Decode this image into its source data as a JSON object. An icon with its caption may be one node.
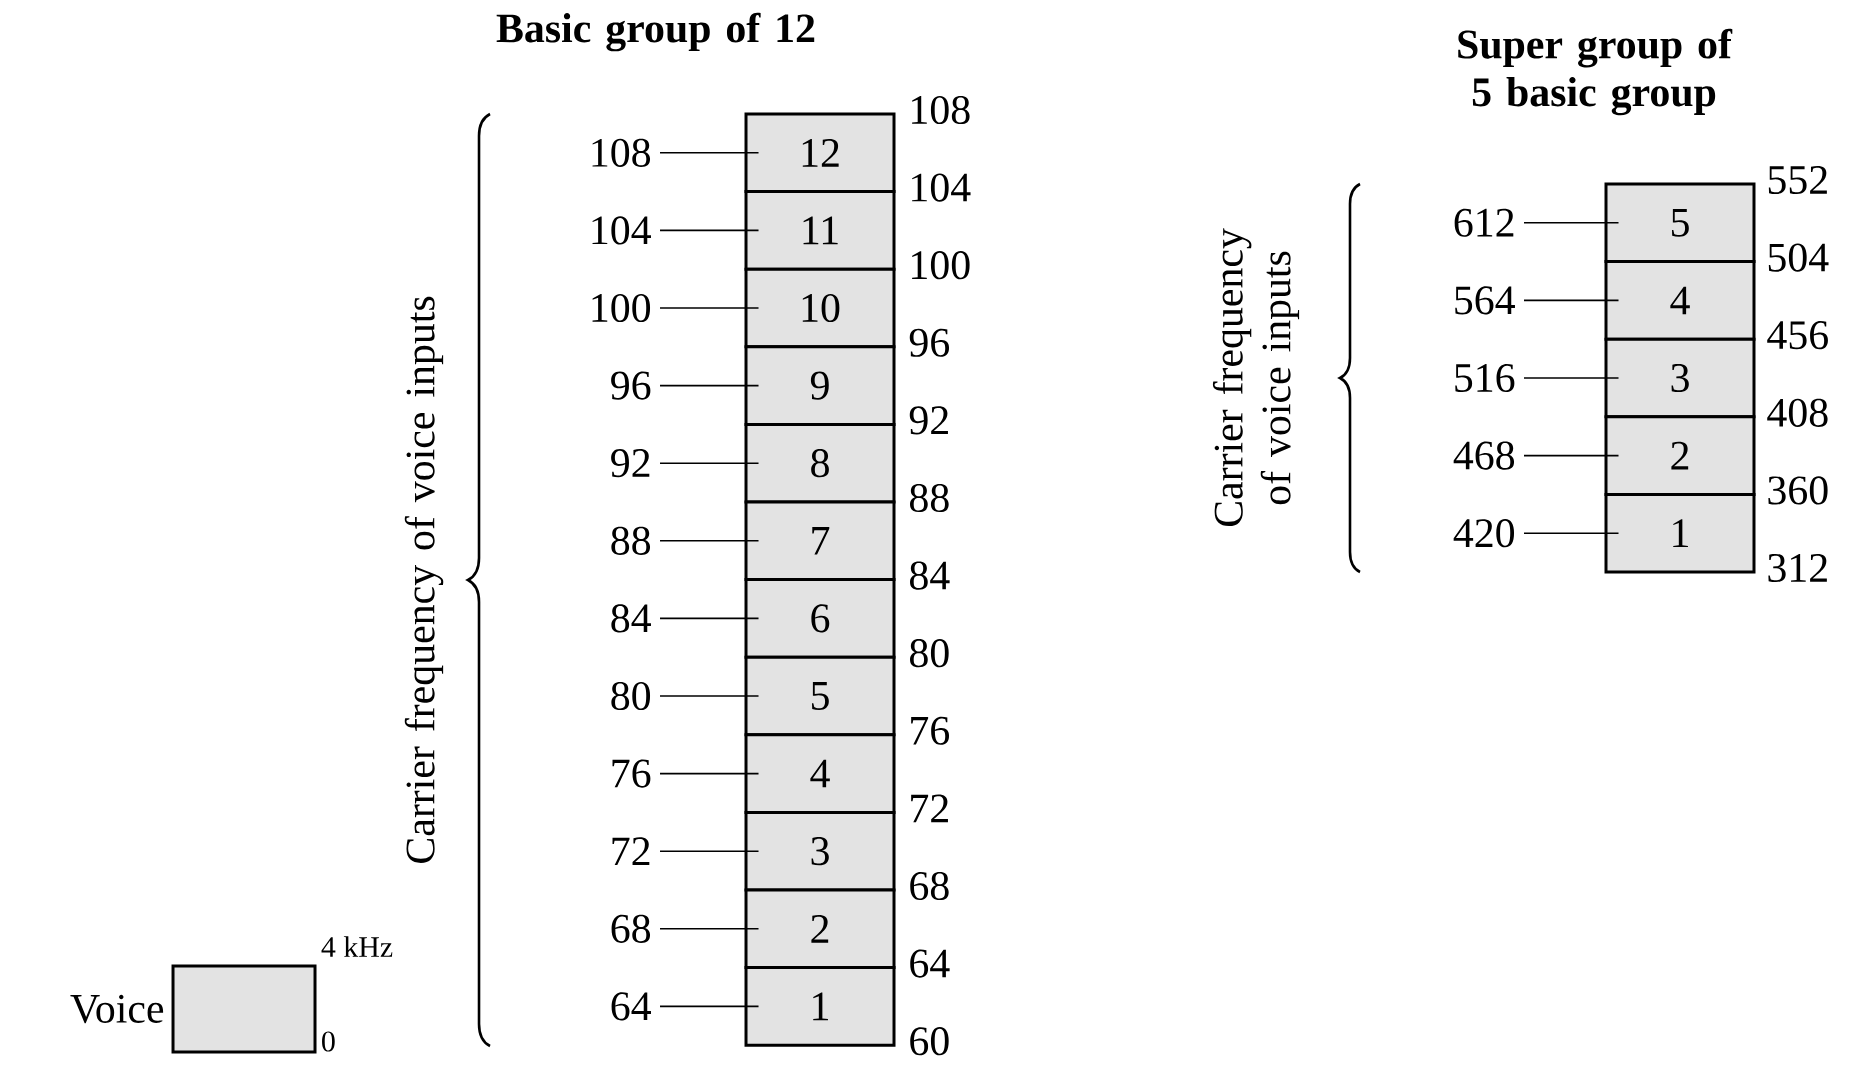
{
  "diagram": {
    "nodes": [
      {
        "text": [
          "12"
        ]
      },
      {
        "text": [
          "11"
        ]
      },
      {
        "text": [
          "10"
        ]
      },
      {
        "text": [
          "9"
        ]
      },
      {
        "text": [
          "8"
        ]
      },
      {
        "text": [
          "7"
        ]
      },
      {
        "text": [
          "6"
        ]
      },
      {
        "text": [
          "5"
        ]
      },
      {
        "text": [
          "4"
        ]
      },
      {
        "text": [
          "3"
        ]
      },
      {
        "text": [
          "2"
        ]
      },
      {
        "text": [
          "1"
        ]
      },
      {
        "text": [
          "108"
        ]
      },
      {
        "text": [
          "104"
        ]
      },
      {
        "text": [
          "100"
        ]
      },
      {
        "text": [
          "96"
        ]
      },
      {
        "text": [
          "92"
        ]
      },
      {
        "text": [
          "88"
        ]
      },
      {
        "text": [
          "84"
        ]
      },
      {
        "text": [
          "80"
        ]
      },
      {
        "text": [
          "76"
        ]
      },
      {
        "text": [
          "72"
        ]
      },
      {
        "text": [
          "68"
        ]
      },
      {
        "text": [
          "64"
        ]
      },
      {
        "text": [
          "5"
        ]
      },
      {
        "text": [
          "4"
        ]
      },
      {
        "text": [
          "3"
        ]
      },
      {
        "text": [
          "2"
        ]
      },
      {
        "text": [
          "1"
        ]
      },
      {
        "text": [
          "612"
        ]
      },
      {
        "text": [
          "564"
        ]
      },
      {
        "text": [
          "516"
        ]
      },
      {
        "text": [
          "468"
        ]
      },
      {
        "text": [
          "420"
        ]
      },
      {
        "text": [],
        "shape": "box",
        "beside": [
          "Voice",
          "4 kHz",
          "0"
        ]
      }
    ],
    "edges": [
      {
        "from": 12,
        "to": 0,
        "arrow": "none"
      },
      {
        "from": 13,
        "to": 1,
        "arrow": "none"
      },
      {
        "from": 14,
        "to": 2,
        "arrow": "none"
      },
      {
        "from": 15,
        "to": 3,
        "arrow": "none"
      },
      {
        "from": 16,
        "to": 4,
        "arrow": "none"
      },
      {
        "from": 17,
        "to": 5,
        "arrow": "none"
      },
      {
        "from": 18,
        "to": 6,
        "arrow": "none"
      },
      {
        "from": 19,
        "to": 7,
        "arrow": "none"
      },
      {
        "from": 20,
        "to": 8,
        "arrow": "none"
      },
      {
        "from": 21,
        "to": 9,
        "arrow": "none"
      },
      {
        "from": 22,
        "to": 10,
        "arrow": "none"
      },
      {
        "from": 23,
        "to": 11,
        "arrow": "none"
      },
      {
        "from": 29,
        "to": 24,
        "arrow": "none"
      },
      {
        "from": 30,
        "to": 25,
        "arrow": "none"
      },
      {
        "from": 31,
        "to": 26,
        "arrow": "none"
      },
      {
        "from": 32,
        "to": 27,
        "arrow": "none"
      },
      {
        "from": 33,
        "to": 28,
        "arrow": "none"
      }
    ],
    "labels": [
      "Basic group of 12",
      "Super group of 5 basic group",
      "Carrier frequency of voice inputs",
      "108",
      "104",
      "100",
      "96",
      "92",
      "88",
      "84",
      "80",
      "76",
      "72",
      "68",
      "64",
      "60",
      "Carrier frequency of voice inputs",
      "552",
      "504",
      "456",
      "408",
      "360",
      "312"
    ]
  }
}
